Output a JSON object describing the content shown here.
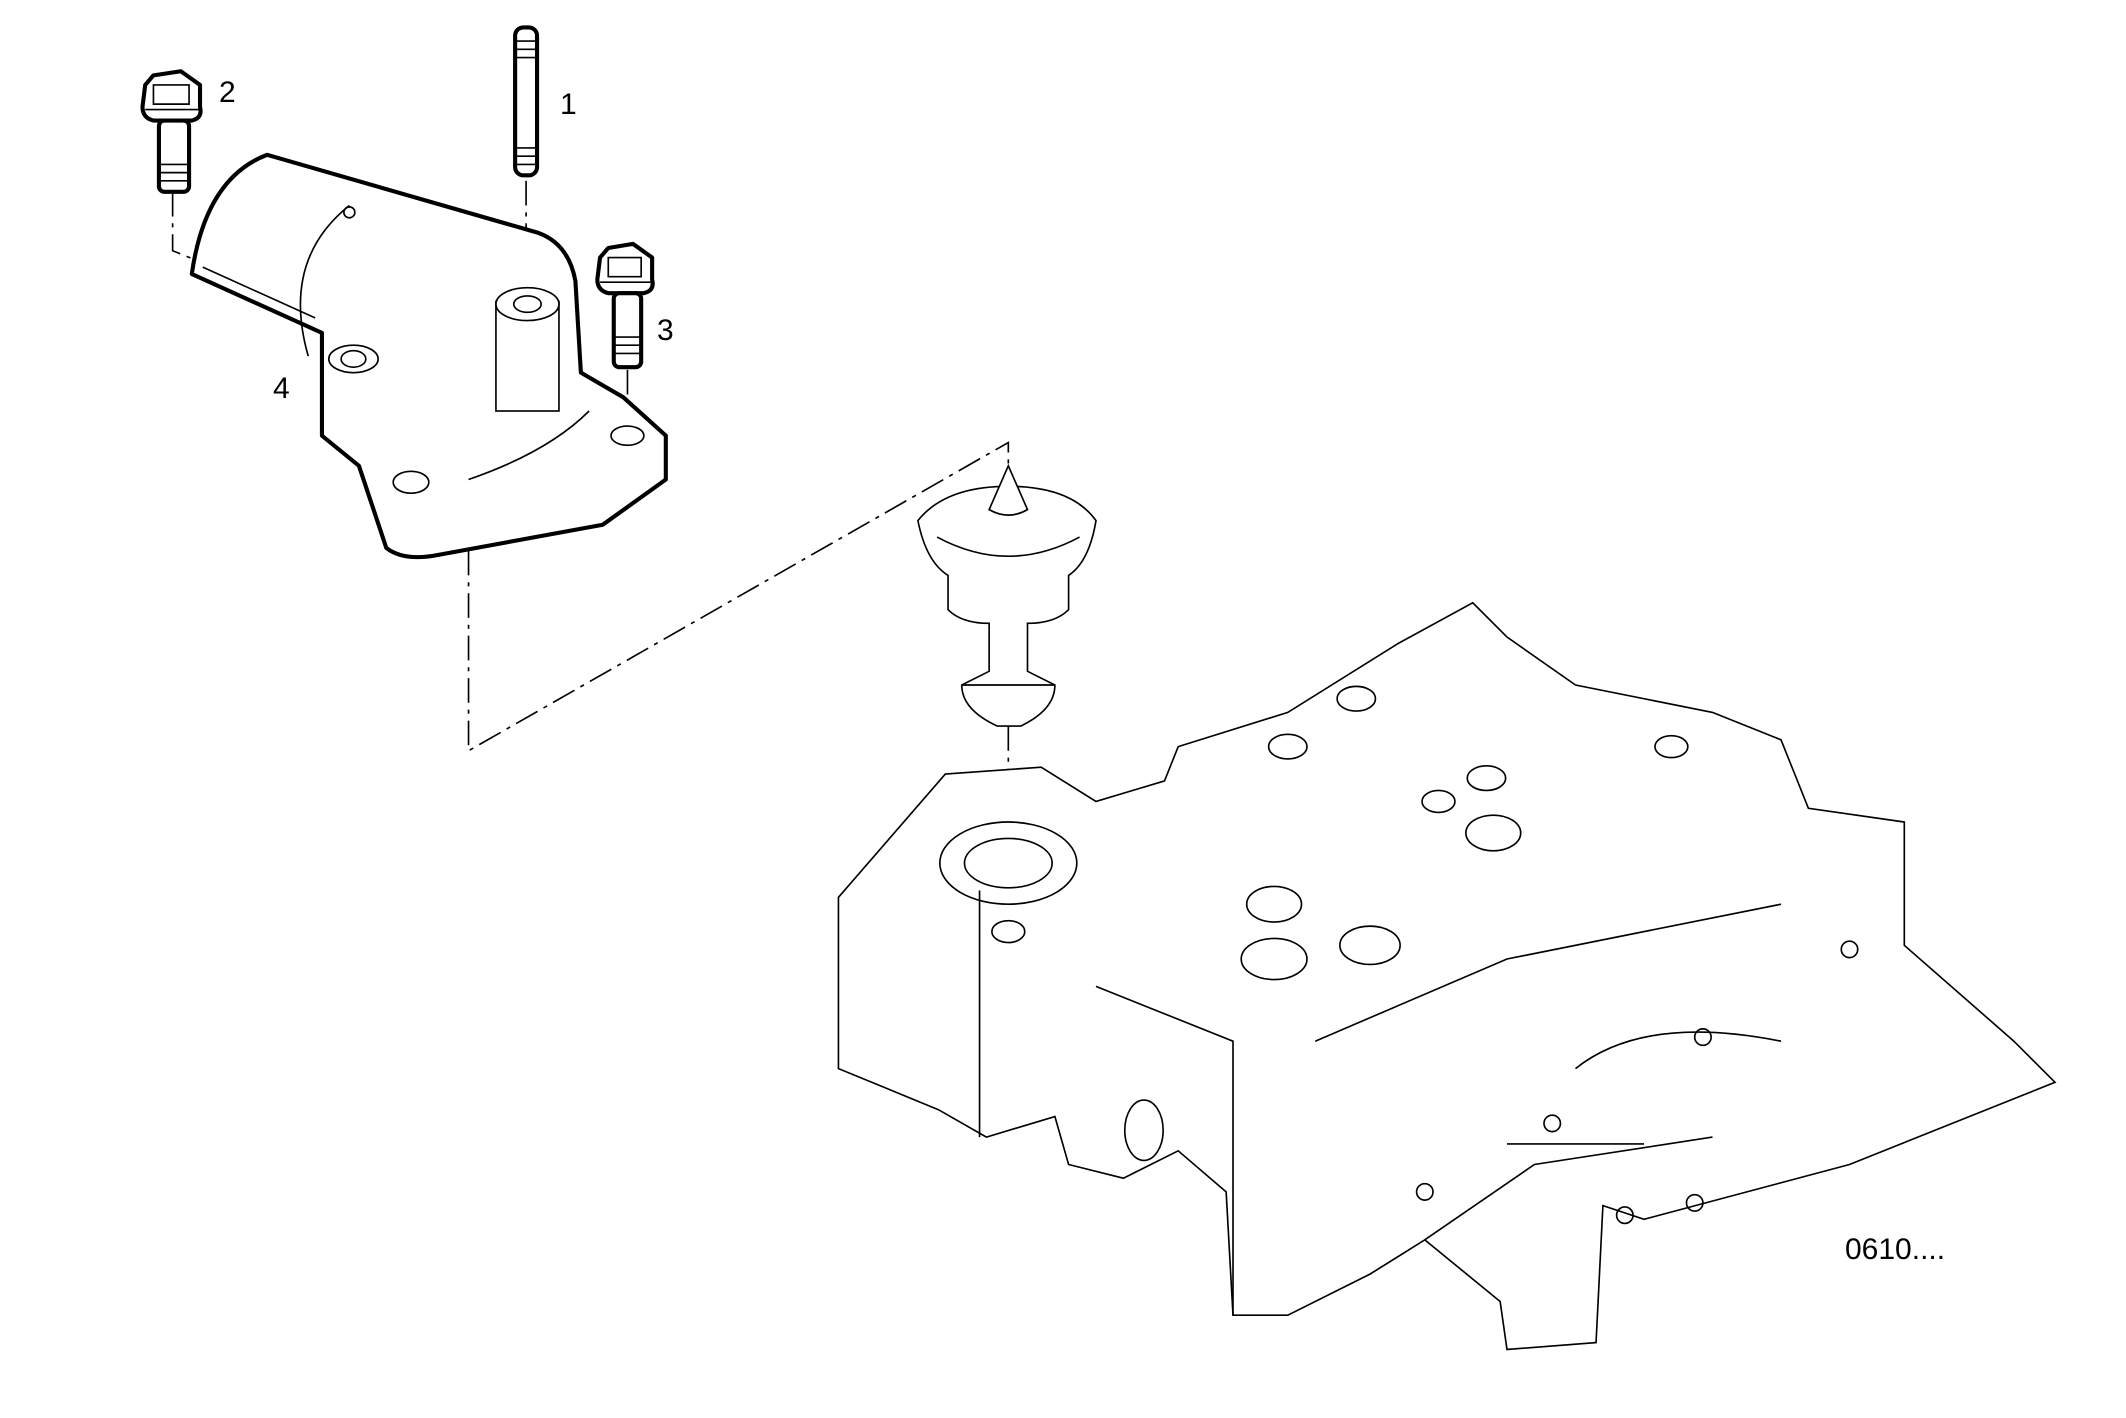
{
  "diagram": {
    "callouts": [
      {
        "id": "1",
        "part": "stud"
      },
      {
        "id": "2",
        "part": "flange-bolt"
      },
      {
        "id": "3",
        "part": "flange-bolt"
      },
      {
        "id": "4",
        "part": "thermostat-housing"
      }
    ],
    "reference_code": "0610...."
  }
}
